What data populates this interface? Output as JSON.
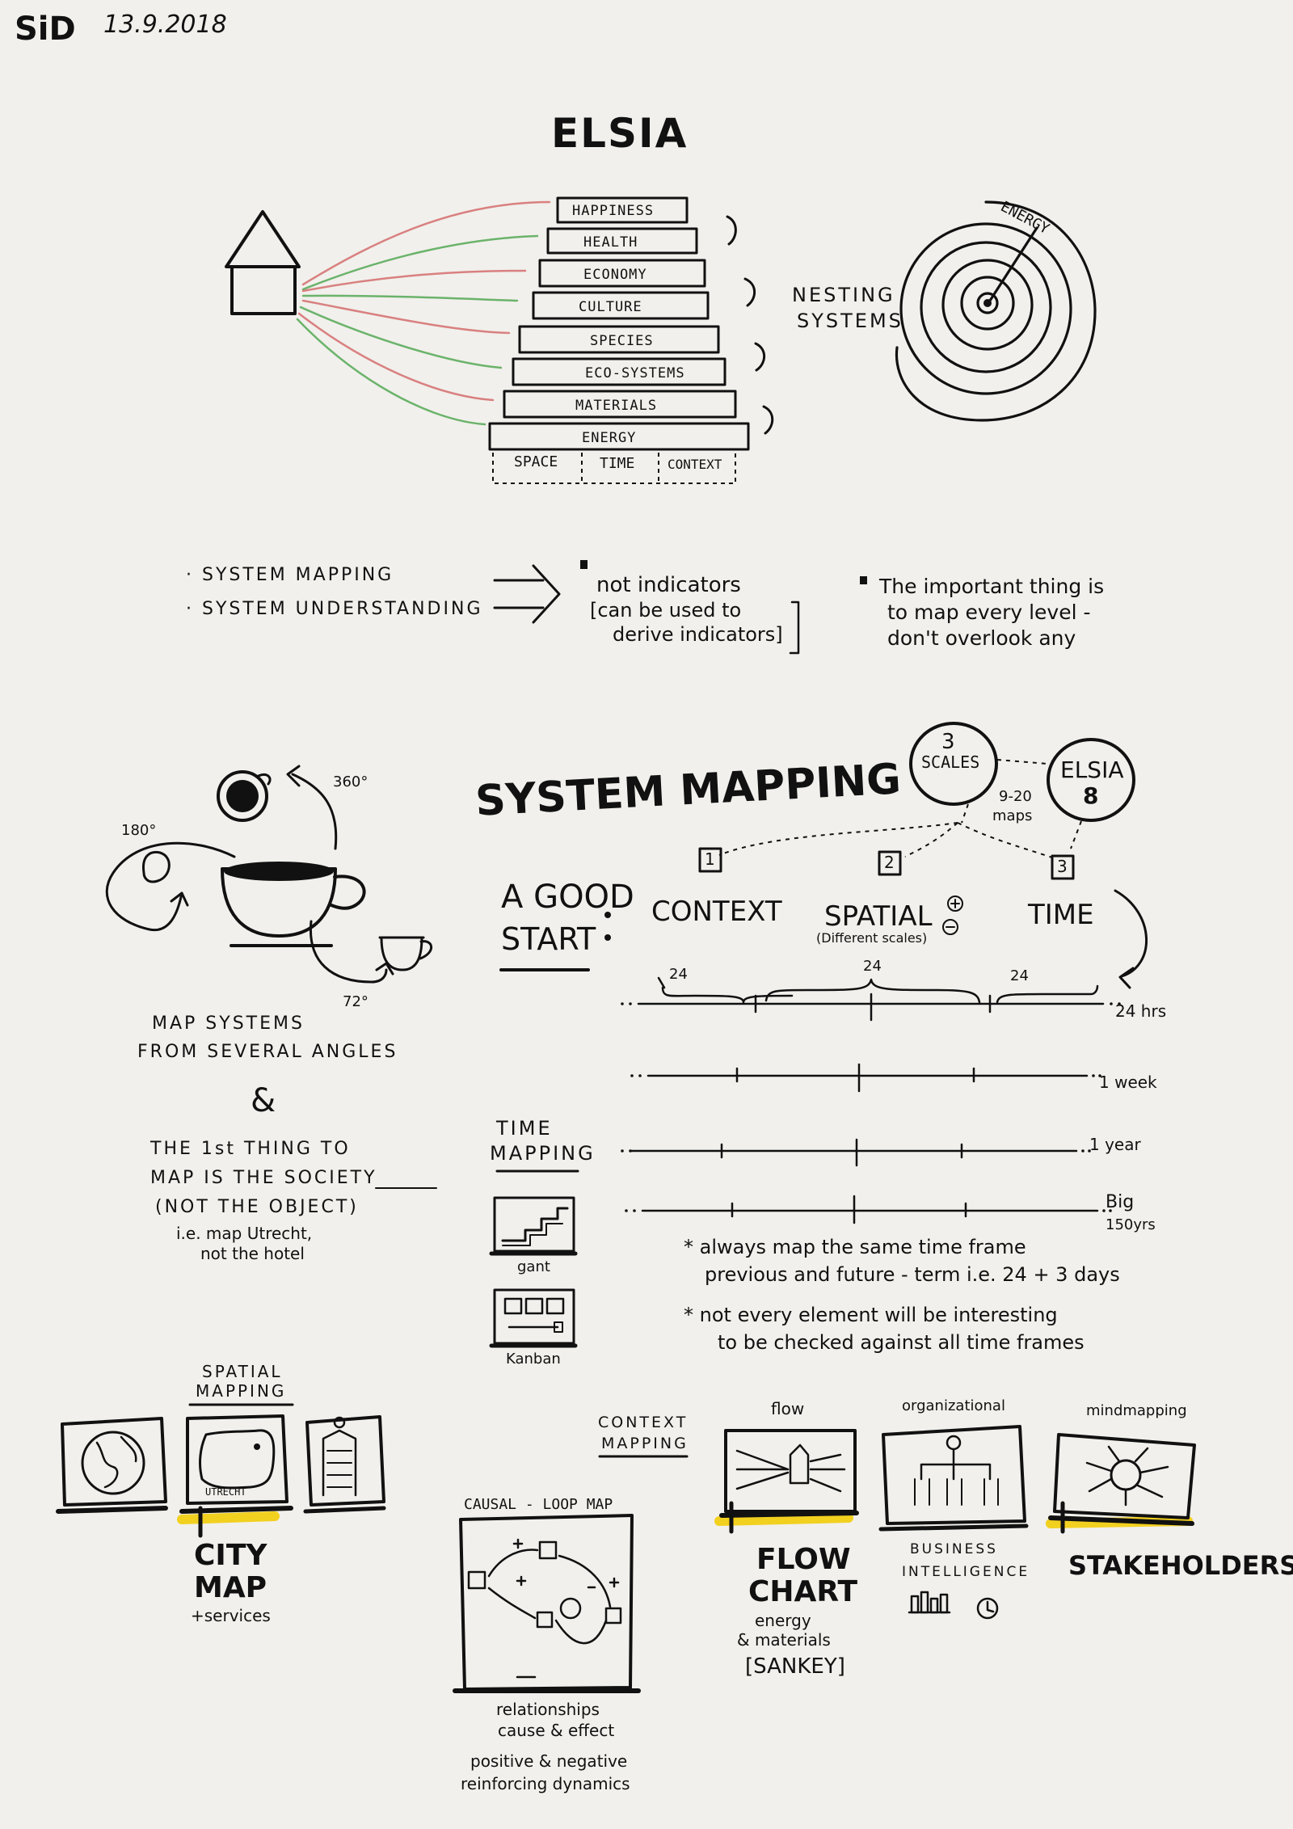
{
  "header": {
    "author": "SiD",
    "date": "13.9.2018"
  },
  "elsia": {
    "title": "ELSIA",
    "levels": [
      "HAPPINESS",
      "HEALTH",
      "ECONOMY",
      "CULTURE",
      "SPECIES",
      "ECO-SYSTEMS",
      "MATERIALS",
      "ENERGY"
    ],
    "base": [
      "SPACE",
      "TIME",
      "CONTEXT"
    ],
    "nesting_label": [
      "NESTING",
      "SYSTEMS"
    ],
    "energy_label": "ENERGY"
  },
  "mapping_notes": {
    "left": [
      "· SYSTEM MAPPING",
      "· SYSTEM UNDERSTANDING"
    ],
    "middle": [
      "not indicators",
      "[can be used to",
      "derive indicators]"
    ],
    "right": [
      "The important thing is",
      "to map every level -",
      "don't overlook any"
    ]
  },
  "system_mapping": {
    "title": "SYSTEM MAPPING",
    "scales": [
      "3",
      "SCALES"
    ],
    "elsia": [
      "ELSIA",
      "8"
    ],
    "maps": [
      "9-20",
      "maps"
    ],
    "good_start": [
      "A GOOD",
      "START"
    ],
    "steps": [
      {
        "num": "1",
        "label": "CONTEXT",
        "sub": ""
      },
      {
        "num": "2",
        "label": "SPATIAL",
        "sub": "(Different scales)"
      },
      {
        "num": "3",
        "label": "TIME",
        "sub": ""
      }
    ]
  },
  "angles": {
    "a360": "360°",
    "a180": "180°",
    "a72": "72°",
    "caption": [
      "MAP SYSTEMS",
      "FROM SEVERAL ANGLES"
    ],
    "amp": "&",
    "society": [
      "THE 1st THING TO",
      "MAP IS THE SOCIETY",
      "(NOT THE OBJECT)",
      "i.e. map Utrecht,",
      "not the hotel"
    ]
  },
  "time_mapping": {
    "title": [
      "TIME",
      "MAPPING"
    ],
    "segment": "24",
    "rows": [
      "24 hrs",
      "1 week",
      "1 year",
      "Big"
    ],
    "big_sub": "150yrs",
    "gant": "gant",
    "kanban": "Kanban",
    "notes": [
      [
        "* always map the same time frame",
        "previous and future - term i.e. 24 + 3 days"
      ],
      [
        "* not every element will be interesting",
        "to be checked against all time frames"
      ]
    ]
  },
  "spatial_mapping": {
    "title": [
      "SPATIAL",
      "MAPPING"
    ],
    "utrecht": "UTRECHT",
    "city": [
      "CITY",
      "MAP"
    ],
    "services": "+services"
  },
  "context_mapping": {
    "title": [
      "CONTEXT",
      "MAPPING"
    ],
    "flow": "flow",
    "organizational": "organizational",
    "mindmapping": "mindmapping",
    "flow_chart": [
      "FLOW",
      "CHART"
    ],
    "flow_sub": [
      "energy",
      "& materials",
      "[SANKEY]"
    ],
    "bi": [
      "BUSINESS",
      "INTELLIGENCE"
    ],
    "stakeholders": "STAKEHOLDERS"
  },
  "causal": {
    "title": "CAUSAL - LOOP MAP",
    "caption": [
      "relationships",
      "cause & effect"
    ],
    "dynamics": [
      "positive & negative",
      "reinforcing dynamics"
    ]
  },
  "colors": {
    "highlight": "#f2d020",
    "green": "#6bb36b",
    "red": "#d98080"
  }
}
